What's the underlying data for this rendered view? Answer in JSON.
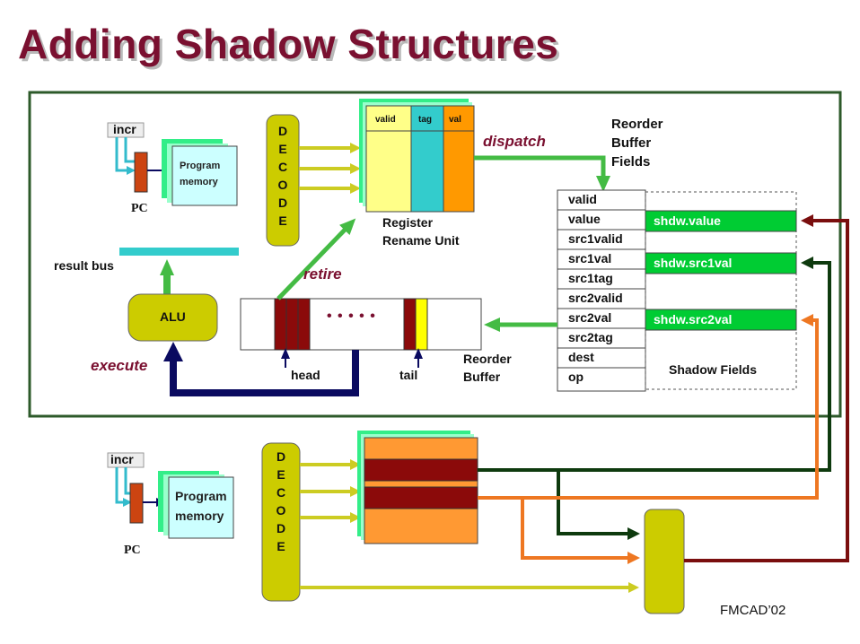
{
  "title": "Adding Shadow Structures",
  "footer": "FMCAD’02",
  "colors": {
    "title": "#7a1030",
    "panel_border": "#2d5a2a",
    "decode_fill": "#cccc00",
    "program_memory_fill": "#ccffff",
    "program_memory_shadow": "#33ee88",
    "pc_register": "#cc4411",
    "valid_column": "#ffff88",
    "tag_column": "#33cccc",
    "val_column": "#ff9900",
    "rob_entry": "#8b0a0a",
    "tail_marker": "#ffff00",
    "shadow_field_fill": "#00cc33",
    "green_arrow": "#44bb44",
    "navy_path": "#0a0a60",
    "dark_red_wire": "#7a0e0e",
    "dark_green_wire": "#0e3a0e",
    "orange_wire": "#ee7722",
    "yellow_wire": "#cccc22",
    "cyan_wire": "#33cccc"
  },
  "top": {
    "incr": "incr",
    "pc": "PC",
    "program_memory": [
      "Program",
      "memory"
    ],
    "decode_letters": [
      "D",
      "E",
      "C",
      "O",
      "D",
      "E"
    ],
    "rename_headers": [
      "valid",
      "tag",
      "val"
    ],
    "dispatch": "dispatch",
    "reorder_buffer_fields": [
      "Reorder",
      "Buffer",
      "Fields"
    ],
    "register_rename_unit": [
      "Register",
      "Rename Unit"
    ],
    "result_bus": "result bus",
    "retire": "retire",
    "alu": "ALU",
    "execute": "execute",
    "rob_dots": "• • • • •",
    "head": "head",
    "tail": "tail",
    "reorder_buffer": [
      "Reorder",
      "Buffer"
    ],
    "rob_fields": [
      "valid",
      "value",
      "src1valid",
      "src1val",
      "src1tag",
      "src2valid",
      "src2val",
      "src2tag",
      "dest",
      "op"
    ],
    "shadow_fields": [
      "shdw.value",
      "shdw.src1val",
      "shdw.src2val"
    ],
    "shadow_fields_label": "Shadow Fields"
  },
  "bottom": {
    "incr": "incr",
    "pc": "PC",
    "program_memory": [
      "Program",
      "memory"
    ],
    "decode_letters": [
      "D",
      "E",
      "C",
      "O",
      "D",
      "E"
    ]
  }
}
